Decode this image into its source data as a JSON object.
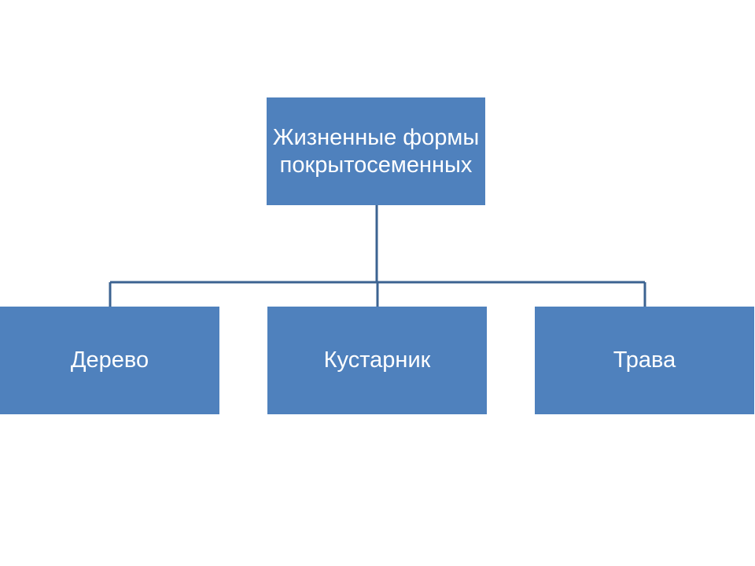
{
  "diagram": {
    "root": {
      "label": "Жизненные формы покрытосеменных"
    },
    "children": [
      {
        "label": "Дерево"
      },
      {
        "label": "Кустарник"
      },
      {
        "label": "Трава"
      }
    ]
  },
  "colors": {
    "node_fill": "#4F81BD",
    "connector": "#3C6391",
    "node_text": "#FFFFFF",
    "background": "#FFFFFF"
  }
}
